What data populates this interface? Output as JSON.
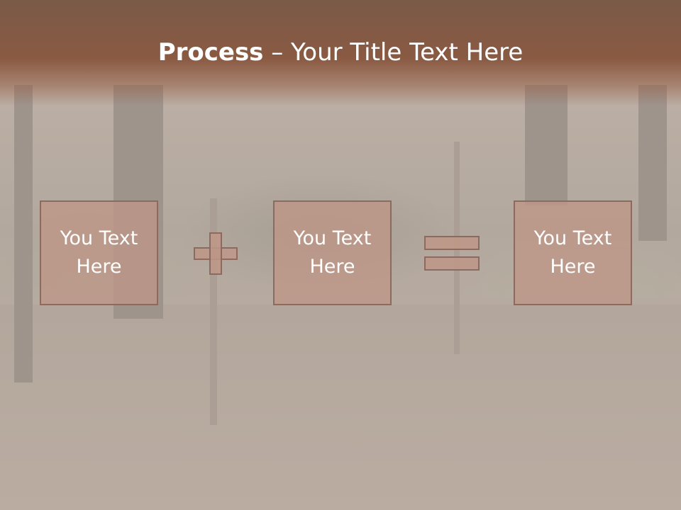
{
  "slide": {
    "title_bold": "Process",
    "title_rest": " – Your Title Text Here"
  },
  "boxes": [
    {
      "label": "You Text Here"
    },
    {
      "label": "You Text Here"
    },
    {
      "label": "You Text Here"
    }
  ],
  "operators": {
    "plus": "plus-icon",
    "equals": "equals-icon"
  },
  "colors": {
    "header": "#8a5a42",
    "box_fill": "#be9687",
    "box_border": "#8b6a5f",
    "text": "#ffffff"
  }
}
